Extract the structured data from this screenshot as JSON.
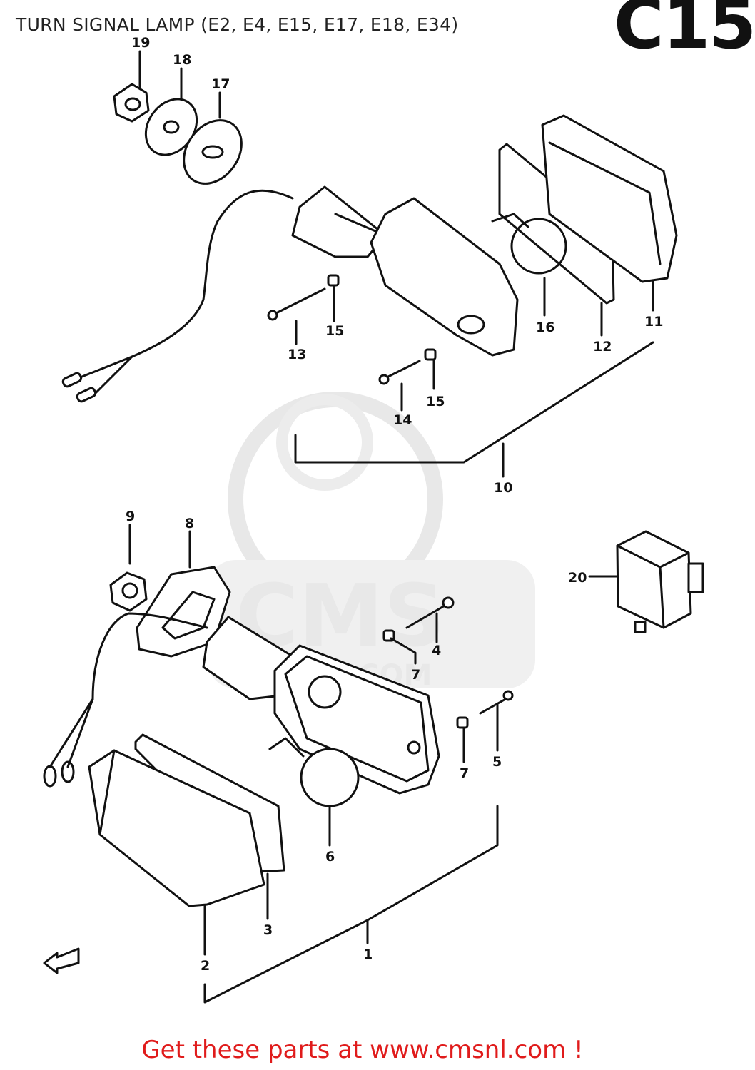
{
  "header": {
    "title": "TURN SIGNAL LAMP (E2, E4, E15, E17, E18, E34)",
    "page_code": "C15"
  },
  "watermark": {
    "brand": "CMS",
    "domain": "CMSNL.COM"
  },
  "callouts": {
    "c1": "1",
    "c2": "2",
    "c3": "3",
    "c4": "4",
    "c5": "5",
    "c6": "6",
    "c7a": "7",
    "c7b": "7",
    "c8": "8",
    "c9": "9",
    "c10": "10",
    "c11": "11",
    "c12": "12",
    "c13": "13",
    "c14": "14",
    "c15a": "15",
    "c15b": "15",
    "c16": "16",
    "c17": "17",
    "c18": "18",
    "c19": "19",
    "c20": "20"
  },
  "footer": {
    "text": "Get these parts at www.cmsnl.com !"
  },
  "colors": {
    "line": "#111111",
    "footer": "#e01b1b",
    "watermark": "#e6e6e6"
  }
}
